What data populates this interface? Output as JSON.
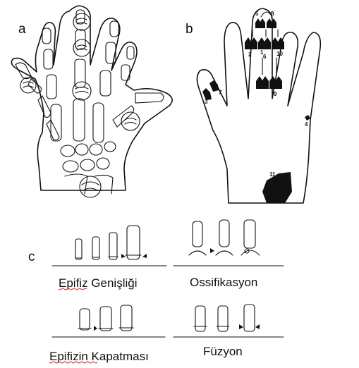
{
  "panels": {
    "a": "a",
    "b": "b",
    "c": "c"
  },
  "marker_numbers": [
    "1",
    "2",
    "3",
    "4",
    "5",
    "6",
    "7",
    "8",
    "9",
    "10",
    "11"
  ],
  "stages": {
    "epiphysis_widening": "Epifiz Genişliği",
    "ossification": "Ossifikasyon",
    "epiphysis_capping": "Epifizin Kapatması",
    "fusion": "Füzyon"
  },
  "colors": {
    "line": "#111111",
    "spellcheck_underline": "#d22222"
  }
}
